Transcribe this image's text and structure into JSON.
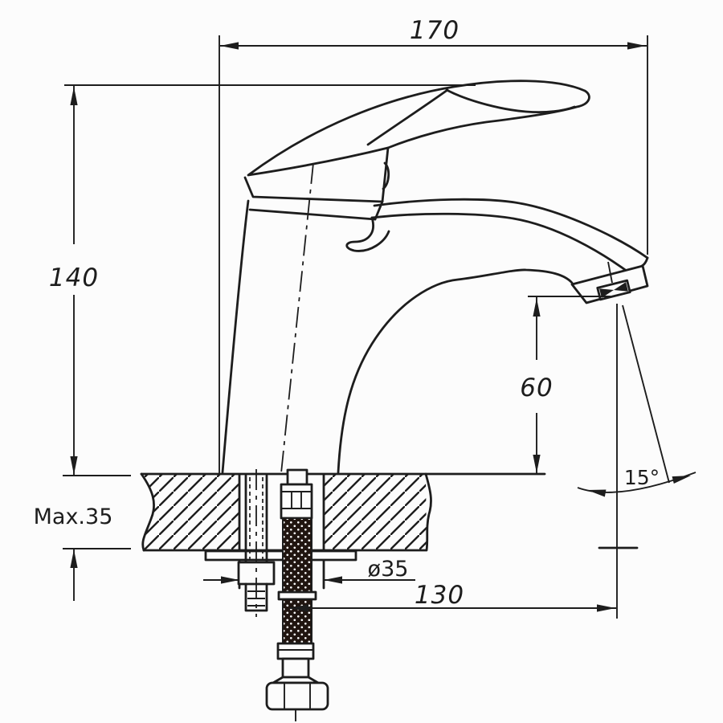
{
  "drawing": {
    "kind": "faucet mounting dimensions",
    "unit_system": "mm",
    "line_color": "#1d1d1d",
    "background_color": "#fcfcfc",
    "hose_braid_color": "#201510",
    "dimensions": {
      "overall_length": {
        "label": "170",
        "value": 170
      },
      "body_height": {
        "label": "140",
        "value": 140
      },
      "spout_clearance": {
        "label": "60",
        "value": 60
      },
      "max_deck_thickness": {
        "label": "Max.35",
        "value": 35
      },
      "hole_diameter": {
        "label": "ø35",
        "value": 35
      },
      "spout_reach": {
        "label": "130",
        "value": 130
      },
      "aerator_angle": {
        "label": "15°",
        "value": 15
      }
    }
  }
}
